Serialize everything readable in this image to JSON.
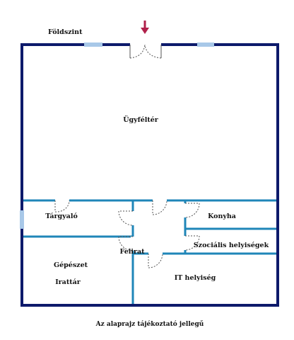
{
  "plan": {
    "level_title": "Földszint",
    "caption": "Az alaprajz tájékoztató jellegű",
    "rooms": {
      "ugyfelter": "Ügyféltér",
      "targyalo": "Tárgyaló",
      "konyha": "Konyha",
      "szocialis": "Szociális helyiségek",
      "felirat": "Felirat",
      "gepeszet": "Gépészet",
      "irattar": "Irattár",
      "it": "IT helyiség"
    }
  },
  "colors": {
    "outer_wall": "#0d1a6b",
    "inner_wall": "#1f86b8",
    "window": "#a8c8e8",
    "door": "#555555",
    "entrance_arrow": "#b0204a"
  },
  "icons": {
    "entrance": "entrance-arrow-icon",
    "door": "door-swing-icon"
  }
}
